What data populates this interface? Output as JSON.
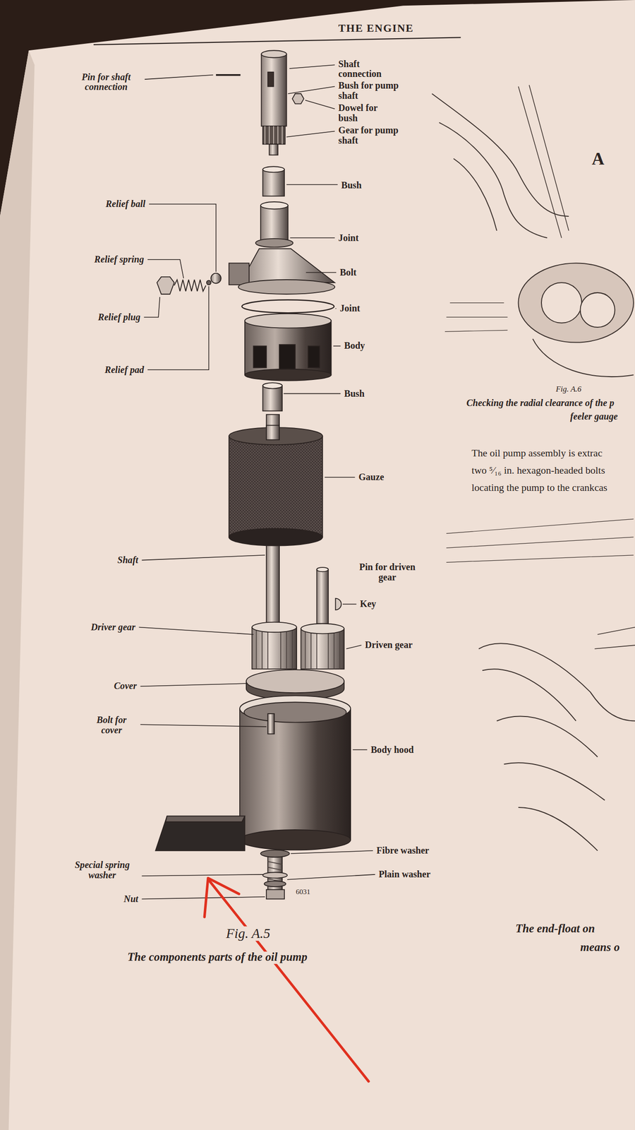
{
  "diagram": {
    "title": "THE ENGINE",
    "caption": "The components parts of the oil pump",
    "labels": [
      "Pin for shaft connection",
      "Shaft connection",
      "Bush for pump shaft",
      "Dowel for bush",
      "Gear for pump shaft",
      "Bush",
      "Relief ball",
      "Joint",
      "Relief spring",
      "Bolt",
      "Relief plug",
      "Joint",
      "Body",
      "Relief pad",
      "Bush",
      "Gauze",
      "Shaft",
      "Pin for driven gear",
      "Key",
      "Driver gear",
      "Driven gear",
      "Cover",
      "Bolt for cover",
      "Body hood",
      "Fibre washer",
      "Special spring washer",
      "Plain washer",
      "Nut",
      "6031",
      "Fig. A.5",
      "A",
      "Fig. A.6",
      "Checking the radial clearance of the p",
      "feeler gauge",
      "The oil pump assembly is extrac",
      "two ⁵⁄₁₆ in. hexagon-headed bolts",
      "locating the pump to the crankcas",
      "The end-float on",
      "means o"
    ]
  }
}
